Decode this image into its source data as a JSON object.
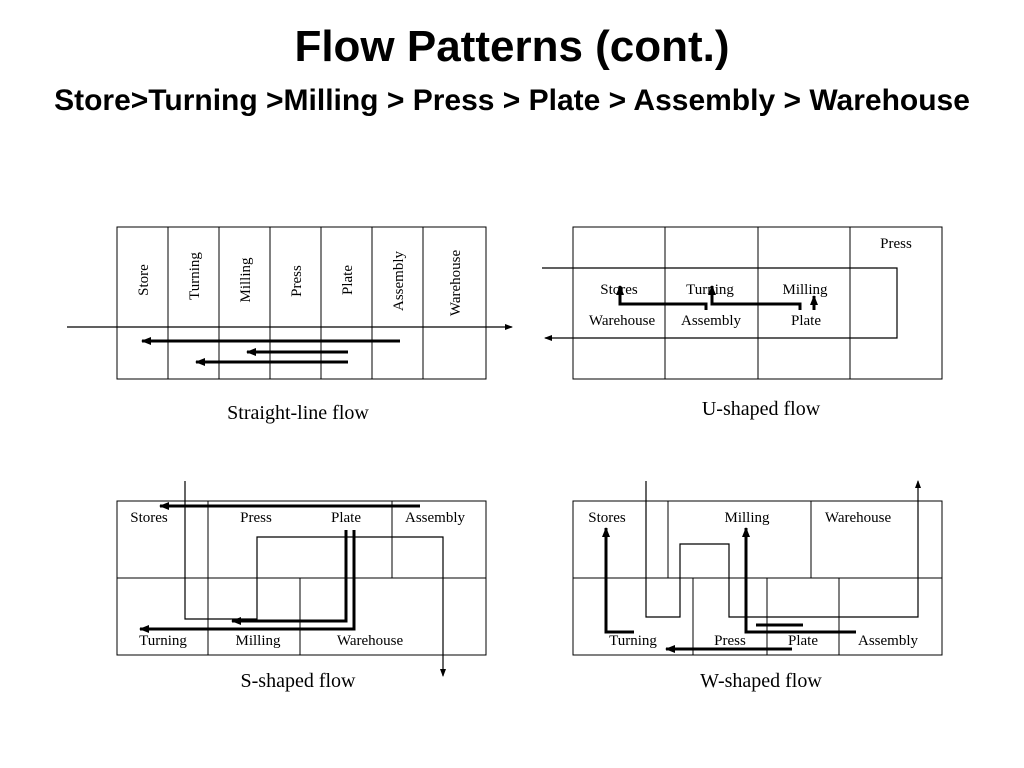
{
  "title": "Flow Patterns (cont.)",
  "subtitle": "Store>Turning >Milling > Press > Plate > Assembly > Warehouse",
  "straight": {
    "caption": "Straight-line flow",
    "labels": [
      "Store",
      "Turning",
      "Milling",
      "Press",
      "Plate",
      "Assembly",
      "Warehouse"
    ]
  },
  "u_shaped": {
    "caption": "U-shaped flow",
    "press": "Press",
    "stores": "Stores",
    "turning": "Turning",
    "milling": "Milling",
    "warehouse": "Warehouse",
    "assembly": "Assembly",
    "plate": "Plate"
  },
  "s_shaped": {
    "caption": "S-shaped flow",
    "stores": "Stores",
    "press": "Press",
    "plate": "Plate",
    "assembly": "Assembly",
    "turning": "Turning",
    "milling": "Milling",
    "warehouse": "Warehouse"
  },
  "w_shaped": {
    "caption": "W-shaped flow",
    "stores": "Stores",
    "milling": "Milling",
    "warehouse": "Warehouse",
    "turning": "Turning",
    "press": "Press",
    "plate": "Plate",
    "assembly": "Assembly"
  }
}
